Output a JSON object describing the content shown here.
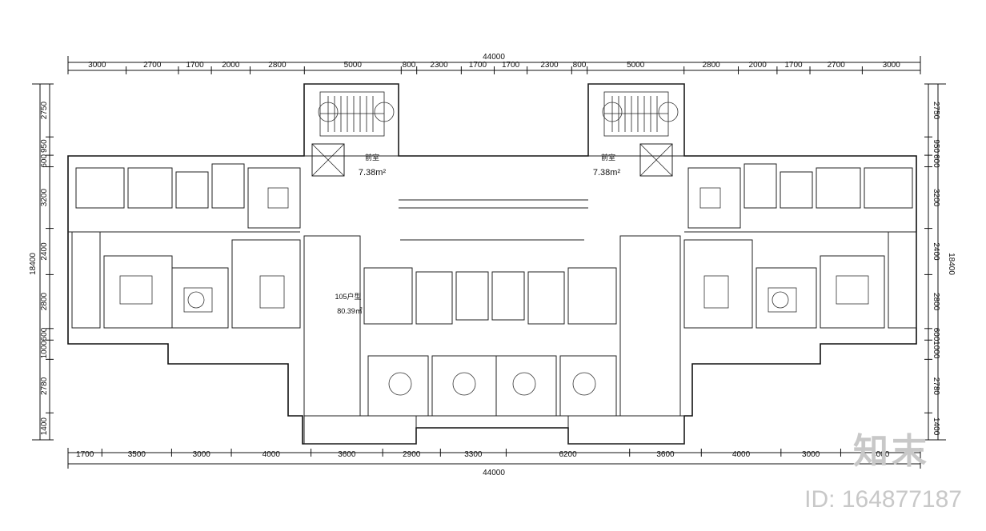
{
  "overall": {
    "top": "44000",
    "bottom": "44000",
    "left": "18400",
    "right": "18400"
  },
  "top_dims": [
    "3000",
    "2700",
    "1700",
    "2000",
    "2800",
    "5000",
    "800",
    "2300",
    "1700",
    "1700",
    "2300",
    "800",
    "5000",
    "2800",
    "2000",
    "1700",
    "2700",
    "3000"
  ],
  "bottom_dims": [
    "1700",
    "3500",
    "3000",
    "4000",
    "3600",
    "2900",
    "3300",
    "6200",
    "3600",
    "4000",
    "3000",
    "4000"
  ],
  "left_dims": [
    "2750",
    "950",
    "600",
    "3200",
    "2400",
    "2800",
    "600",
    "1000",
    "2780",
    "1400"
  ],
  "right_dims": [
    "2750",
    "950",
    "600",
    "3200",
    "2400",
    "2800",
    "600",
    "1000",
    "2780",
    "1400"
  ],
  "stair_left": {
    "title": "前室",
    "area": "7.38m²"
  },
  "stair_right": {
    "title": "前室",
    "area": "7.38m²"
  },
  "unit_center_label": "105户型",
  "unit_center_area": "80.39㎡",
  "watermark": {
    "logo": "知末",
    "id": "ID: 164877187"
  }
}
